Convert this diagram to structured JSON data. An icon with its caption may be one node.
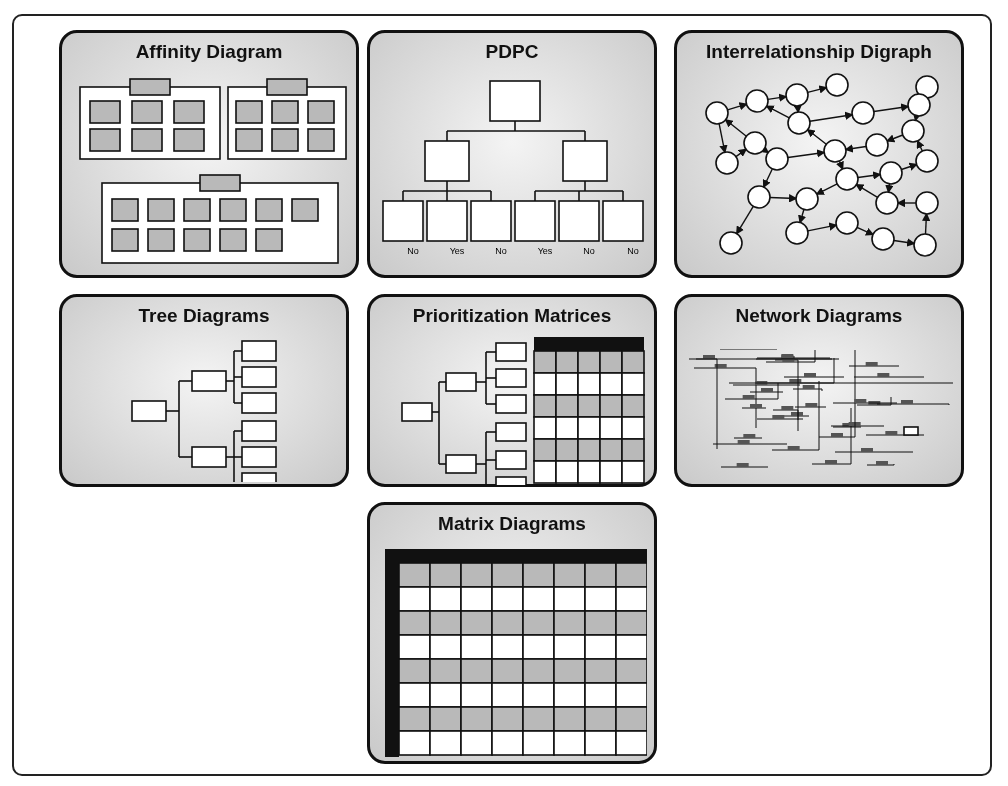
{
  "diagram": {
    "nodes": [
      {
        "text": [
          "Affinity Diagram"
        ]
      },
      {
        "text": [
          "PDPC"
        ]
      },
      {
        "text": [
          "Interrelationship Digraph"
        ]
      },
      {
        "text": [
          "Tree Diagrams"
        ]
      },
      {
        "text": [
          "Prioritization Matrices"
        ]
      },
      {
        "text": [
          "Network Diagrams"
        ]
      },
      {
        "text": [
          "Matrix Diagrams"
        ]
      }
    ],
    "labels": [
      "No",
      "Yes",
      "No",
      "Yes",
      "No",
      "No"
    ]
  }
}
